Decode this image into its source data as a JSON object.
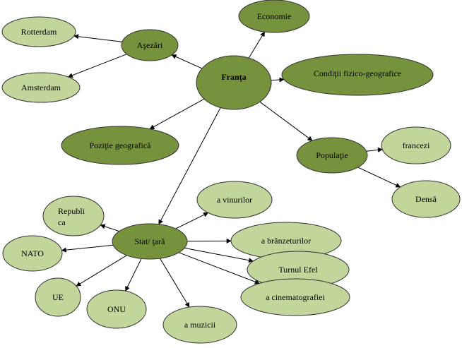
{
  "palette": {
    "dark_green": "#76923c",
    "light_green": "#c2d69b",
    "outline": "#333333",
    "edge": "#000000"
  },
  "diagram": {
    "nodes": {
      "franta": {
        "label": "Franţa",
        "style": "dark"
      },
      "asezari": {
        "label": "Aşezări",
        "style": "dark"
      },
      "rotterdam": {
        "label": "Rotterdam",
        "style": "light"
      },
      "amsterdam": {
        "label": "Amsterdam",
        "style": "light"
      },
      "economie": {
        "label": "Economie",
        "style": "dark"
      },
      "conditii": {
        "label": "Condiţii fizico-geografice",
        "style": "dark"
      },
      "pozitie": {
        "label": "Poziţie geografică",
        "style": "dark"
      },
      "populatie": {
        "label": "Populaţie",
        "style": "dark"
      },
      "francezi": {
        "label": "francezi",
        "style": "light"
      },
      "densa": {
        "label": "Densă",
        "style": "light"
      },
      "stat": {
        "label": "Stat/ ţară",
        "style": "dark"
      },
      "republica": {
        "label": "Republi ca",
        "style": "light"
      },
      "nato": {
        "label": "NATO",
        "style": "light"
      },
      "ue": {
        "label": "UE",
        "style": "light"
      },
      "onu": {
        "label": "ONU",
        "style": "light"
      },
      "vinurilor": {
        "label": "a vinurilor",
        "style": "light"
      },
      "branzeturilor": {
        "label": "a brânzeturilor",
        "style": "light"
      },
      "turnul": {
        "label": "Turnul Efel",
        "style": "light"
      },
      "cinematografiei": {
        "label": "a cinematografiei",
        "style": "light"
      },
      "muzicii": {
        "label": "a muzicii",
        "style": "light"
      }
    },
    "edges": [
      {
        "from": "franta",
        "to": "asezari"
      },
      {
        "from": "asezari",
        "to": "rotterdam"
      },
      {
        "from": "asezari",
        "to": "amsterdam"
      },
      {
        "from": "franta",
        "to": "economie"
      },
      {
        "from": "franta",
        "to": "conditii"
      },
      {
        "from": "franta",
        "to": "pozitie"
      },
      {
        "from": "franta",
        "to": "populatie"
      },
      {
        "from": "populatie",
        "to": "francezi"
      },
      {
        "from": "populatie",
        "to": "densa"
      },
      {
        "from": "franta",
        "to": "stat"
      },
      {
        "from": "stat",
        "to": "republica"
      },
      {
        "from": "stat",
        "to": "nato"
      },
      {
        "from": "stat",
        "to": "ue"
      },
      {
        "from": "stat",
        "to": "onu"
      },
      {
        "from": "stat",
        "to": "vinurilor"
      },
      {
        "from": "stat",
        "to": "branzeturilor"
      },
      {
        "from": "stat",
        "to": "turnul"
      },
      {
        "from": "stat",
        "to": "cinematografiei"
      },
      {
        "from": "stat",
        "to": "muzicii"
      }
    ]
  }
}
